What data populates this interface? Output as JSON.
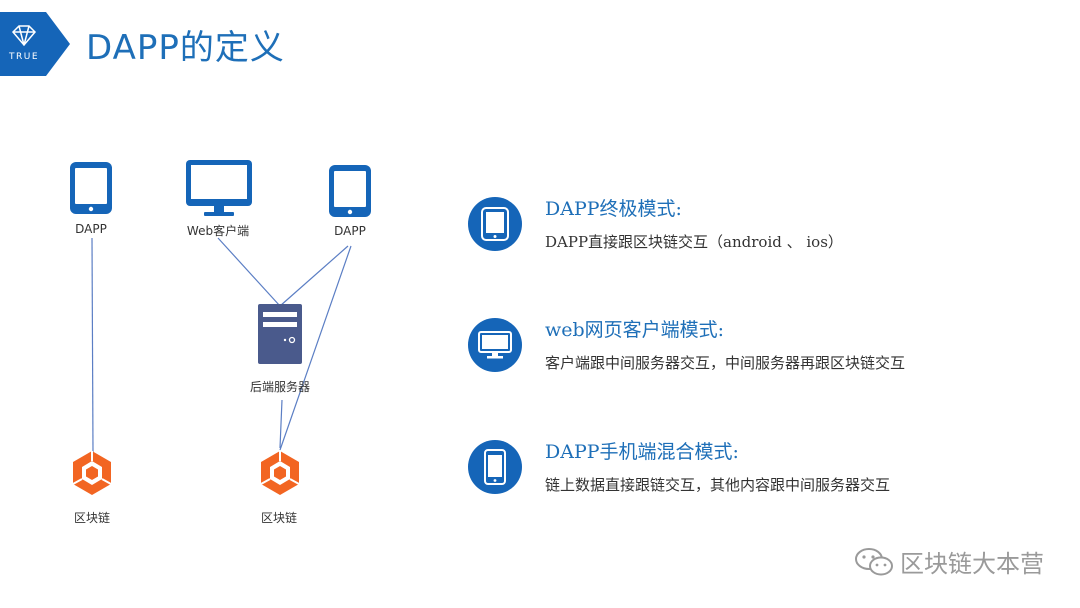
{
  "header": {
    "title": "DAPP的定义",
    "logo_text": "TRUE",
    "brand_color": "#1e6fb8"
  },
  "diagram": {
    "nodes": {
      "dapp_left": "DAPP",
      "web_client": "Web客户端",
      "dapp_right": "DAPP",
      "backend_server": "后端服务器",
      "blockchain_left": "区块链",
      "blockchain_right": "区块链"
    },
    "colors": {
      "device": "#1565b8",
      "server": "#4a5a8c",
      "blockchain": "#f26522",
      "connector": "#5b7ec4"
    }
  },
  "modes": [
    {
      "icon": "tablet-icon",
      "title": "DAPP终极模式:",
      "desc": "DAPP直接跟区块链交互（android 、 ios）"
    },
    {
      "icon": "monitor-icon",
      "title": "web网页客户端模式:",
      "desc": "客户端跟中间服务器交互，中间服务器再跟区块链交互"
    },
    {
      "icon": "phone-icon",
      "title": "DAPP手机端混合模式:",
      "desc": "链上数据直接跟链交互，其他内容跟中间服务器交互"
    }
  ],
  "watermark": {
    "icon": "wechat-icon",
    "text": "区块链大本营"
  }
}
